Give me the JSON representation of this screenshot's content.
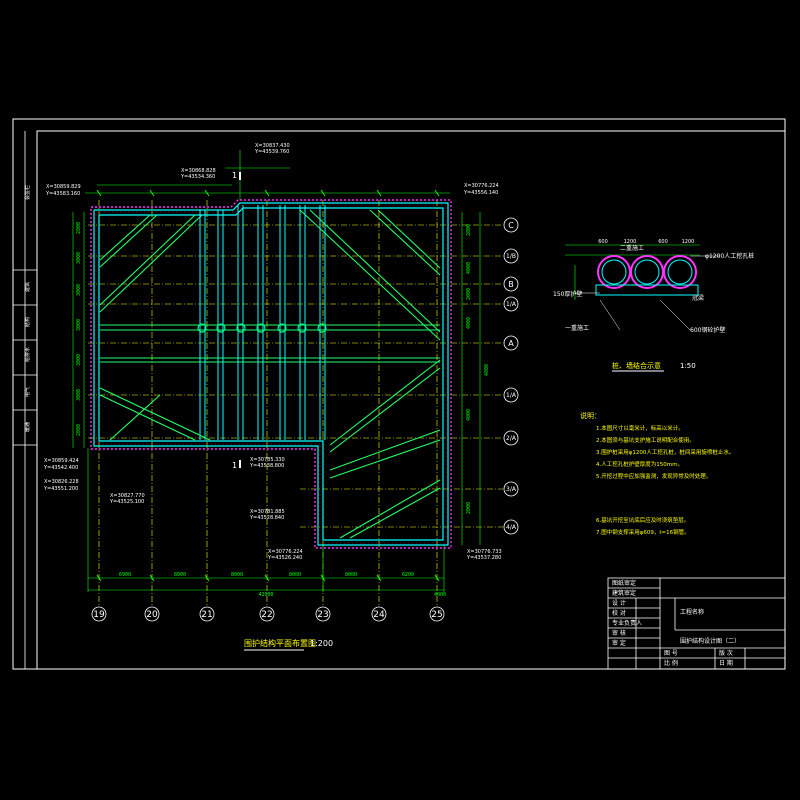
{
  "plan": {
    "title": "围护结构平面布置图",
    "scale": "1:200",
    "section_mark": "1",
    "grid_x_labels": [
      "19",
      "20",
      "21",
      "22",
      "23",
      "24",
      "25"
    ],
    "grid_y_labels": [
      "C",
      "1/B",
      "B",
      "1/A",
      "A",
      "1/A",
      "2/A",
      "3/A",
      "4/A"
    ],
    "total_dim": "42000",
    "bottom_dims": [
      "6900",
      "8000",
      "8000",
      "8000",
      "8000",
      "6200",
      "4000"
    ],
    "left_dims": [
      "2800",
      "3000",
      "3000",
      "3000",
      "3000",
      "3000",
      "2800"
    ],
    "right_dims": [
      "2800",
      "4000",
      "2000",
      "4000",
      "4800",
      "4000",
      "2000"
    ],
    "coords": [
      "X=30859.829",
      "Y=43583.160",
      "X=30868.828",
      "Y=43534.360",
      "X=30837.430",
      "Y=43539.760",
      "X=30776.224",
      "Y=43556.140",
      "X=30859.424",
      "Y=43542.400",
      "X=30827.770",
      "Y=43525.100",
      "X=30826.228",
      "Y=43551.200",
      "X=30785.330",
      "Y=43538.800",
      "X=30781.885",
      "Y=43528.840",
      "X=30776.224",
      "Y=43526.240",
      "X=30776.733",
      "Y=43537.280"
    ]
  },
  "detail": {
    "title": "桩、墙结合示意",
    "scale": "1:50",
    "labels": [
      "二重施工",
      "φ1200人工挖孔桩",
      "150厚护壁",
      "冠梁",
      "一重施工",
      "600钢砼护壁"
    ],
    "dims": [
      "600",
      "1200",
      "600",
      "1200"
    ]
  },
  "notes": {
    "heading": "说明：",
    "items": [
      "1.本图尺寸以毫米计，标高以米计。",
      "2.本图须与基坑支护施工说明配合使用。",
      "3.围护桩采用φ1200人工挖孔桩，桩间采用旋喷桩止水。",
      "4.人工挖孔桩护壁厚度为150mm。",
      "5.开挖过程中应加强监测，发现异常及时处理。",
      "6.基坑开挖至坑底后应及时浇筑垫层。",
      "7.图中钢支撑采用φ609，t=16钢管。"
    ]
  },
  "title_block": {
    "project_label": "工程名称",
    "drawing_name": "围护结构设计图（二）",
    "rows": [
      "设 计",
      "校 对",
      "专业负责人",
      "审 核",
      "审 定"
    ],
    "meta": [
      "图 号",
      "版 次",
      "比 例",
      "日 期"
    ],
    "stamp_labels": [
      "图纸审定",
      "建筑审定"
    ]
  },
  "sidebar": {
    "labels": [
      "会签栏",
      "建筑",
      "结构",
      "给排水",
      "电气",
      "暖通"
    ]
  },
  "colors": {
    "background": "#000000",
    "frame": "#ffffff",
    "grid": "#ffff00",
    "dimension": "#00ff00",
    "wall": "#00ffff",
    "pile": "#ff33ff"
  }
}
